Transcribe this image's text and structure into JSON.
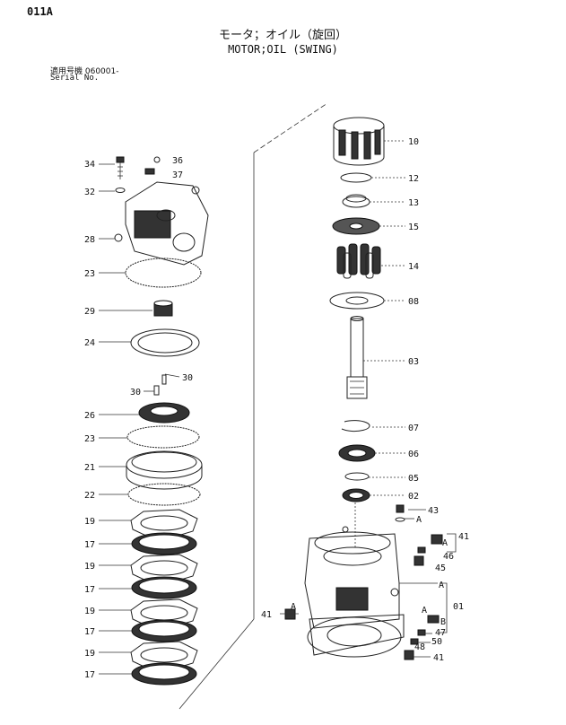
{
  "header": {
    "page_code": "011A",
    "title_jp": "モータ；オイル（旋回）",
    "title_en": "MOTOR;OIL (SWING)",
    "serial_label_jp": "適用号機  060001-",
    "serial_label_en": "Serial No."
  },
  "callouts": {
    "c10": "10",
    "c12": "12",
    "c13": "13",
    "c15": "15",
    "c14": "14",
    "c08": "08",
    "c03": "03",
    "c07": "07",
    "c06": "06",
    "c05": "05",
    "c02": "02",
    "c43": "43",
    "c41a": "41",
    "c46": "46",
    "c45": "45",
    "c01": "01",
    "c47": "47",
    "c50": "50",
    "c41b": "41",
    "c41c": "41",
    "c48": "48",
    "c34": "34",
    "c36": "36",
    "c37": "37",
    "c32": "32",
    "c28": "28",
    "c23a": "23",
    "c29": "29",
    "c24": "24",
    "c30a": "30",
    "c30b": "30",
    "c26": "26",
    "c23b": "23",
    "c21": "21",
    "c22": "22",
    "c19a": "19",
    "c17a": "17",
    "c19b": "19",
    "c17b": "17",
    "c19c": "19",
    "c17c": "17",
    "c19d": "19",
    "c17d": "17"
  },
  "refs": {
    "a1": "A",
    "a2": "A",
    "a3": "A",
    "a4": "A",
    "a5": "A",
    "b1": "B"
  }
}
